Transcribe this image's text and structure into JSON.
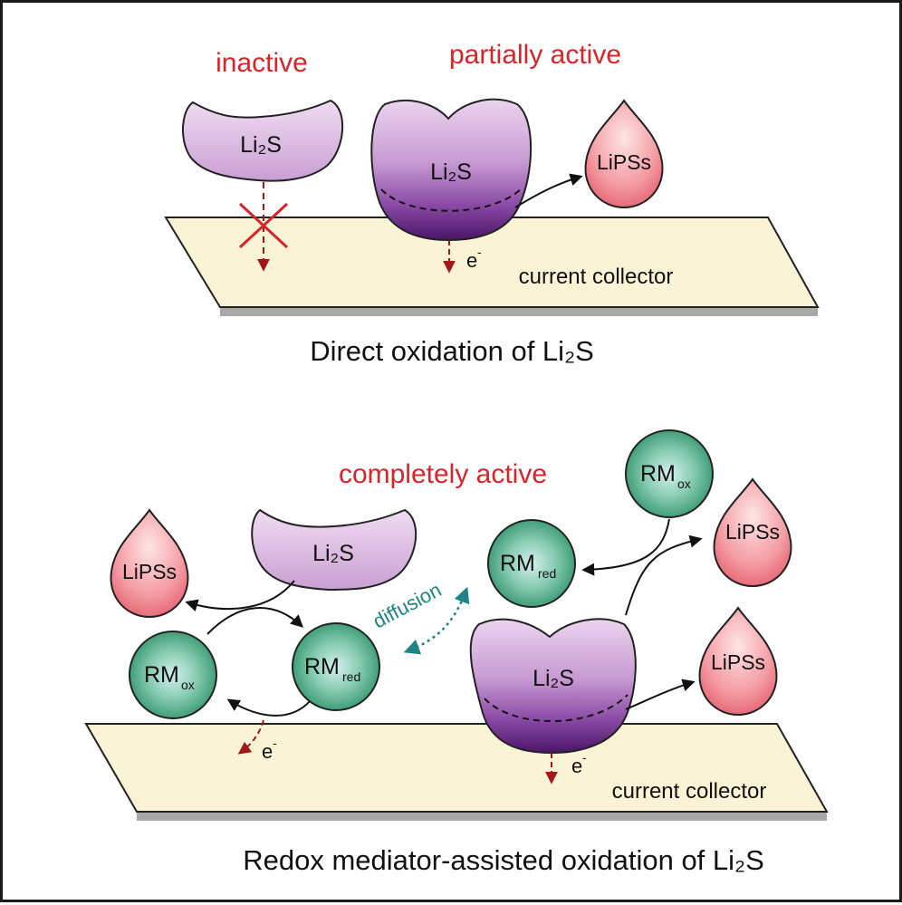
{
  "colors": {
    "label_red": "#d8242a",
    "arrow_dark_red": "#a3171b",
    "diffusion_teal": "#1e8584",
    "li2s_purple_light": "#e4c8e8",
    "li2s_purple_dark": "#5b1f7a",
    "lipss_pink": "#ec6c7a",
    "rm_green": "#2f9a6a",
    "collector_fill": "#fbf3d5"
  },
  "top_panel": {
    "label_inactive": "inactive",
    "label_partially_active": "partially active",
    "li2s_left": "Li₂S",
    "li2s_right": "Li₂S",
    "lipss": "LiPSs",
    "electron": "e",
    "electron_sup": "-",
    "collector": "current collector",
    "caption": "Direct oxidation of Li₂S"
  },
  "bottom_panel": {
    "label_completely_active": "completely active",
    "li2s_top": "Li₂S",
    "li2s_bottom": "Li₂S",
    "lipss_left": "LiPSs",
    "lipss_right_top": "LiPSs",
    "lipss_right_bottom": "LiPSs",
    "rm_ox_left": {
      "main": "RM",
      "sub": "ox"
    },
    "rm_red_left": {
      "main": "RM",
      "sub": "red"
    },
    "rm_ox_right": {
      "main": "RM",
      "sub": "ox"
    },
    "rm_red_right": {
      "main": "RM",
      "sub": "red"
    },
    "diffusion": "diffusion",
    "electron_left": "e",
    "electron_left_sup": "-",
    "electron_right": "e",
    "electron_right_sup": "-",
    "collector": "current collector",
    "caption": "Redox mediator-assisted oxidation of Li₂S"
  }
}
